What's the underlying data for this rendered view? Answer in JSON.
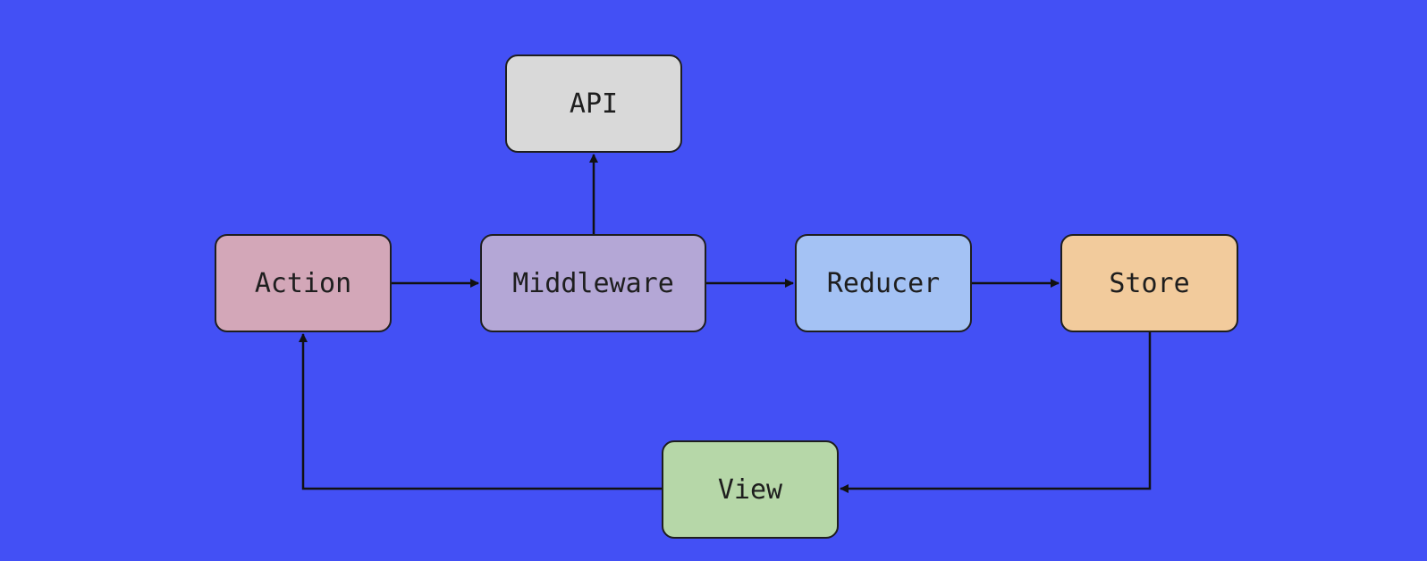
{
  "diagram": {
    "background_color": "#4350f5",
    "nodes": [
      {
        "id": "api",
        "label": "API",
        "color": "#d9d9d9"
      },
      {
        "id": "action",
        "label": "Action",
        "color": "#d3a7b8"
      },
      {
        "id": "middleware",
        "label": "Middleware",
        "color": "#b4a7d6"
      },
      {
        "id": "reducer",
        "label": "Reducer",
        "color": "#a4c2f4"
      },
      {
        "id": "store",
        "label": "Store",
        "color": "#f2cb9c"
      },
      {
        "id": "view",
        "label": "View",
        "color": "#b6d7a8"
      }
    ],
    "edges": [
      {
        "from": "action",
        "to": "middleware"
      },
      {
        "from": "middleware",
        "to": "api"
      },
      {
        "from": "middleware",
        "to": "reducer"
      },
      {
        "from": "reducer",
        "to": "store"
      },
      {
        "from": "store",
        "to": "view"
      },
      {
        "from": "view",
        "to": "action"
      }
    ]
  }
}
